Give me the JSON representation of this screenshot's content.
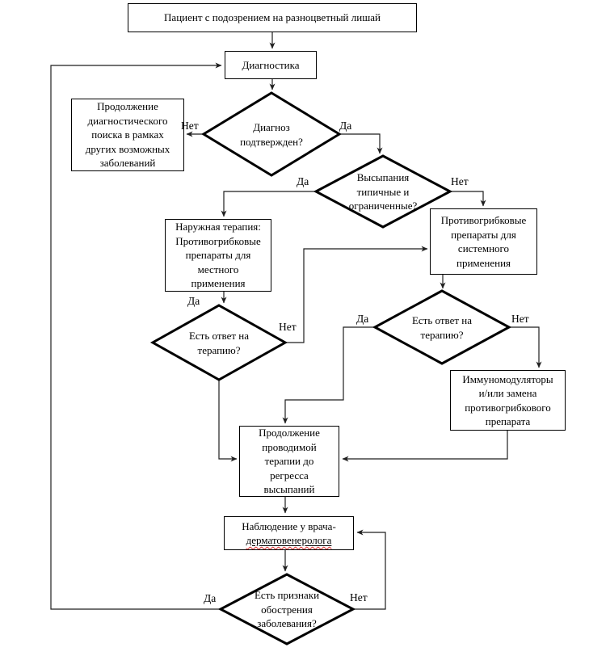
{
  "nodes": {
    "patient": {
      "label": "Пациент с подозрением на разноцветный лишай"
    },
    "diagnostics": {
      "label": "Диагностика"
    },
    "diag_confirmed": {
      "lines": [
        "Диагноз",
        "подтвержден?"
      ]
    },
    "continue_search": {
      "lines": [
        "Продолжение",
        "диагностического",
        "поиска в рамках",
        "других возможных",
        "заболеваний"
      ]
    },
    "rash_typical": {
      "lines": [
        "Высыпания",
        "типичные и",
        "ограниченные?"
      ]
    },
    "topical_therapy": {
      "lines": [
        "Наружная терапия:",
        "Противогрибковые",
        "препараты для",
        "местного",
        "применения"
      ]
    },
    "systemic_therapy": {
      "lines": [
        "Противогрибковые",
        "препараты для",
        "системного",
        "применения"
      ]
    },
    "response_topical": {
      "lines": [
        "Есть ответ на",
        "терапию?"
      ]
    },
    "response_systemic": {
      "lines": [
        "Есть ответ на",
        "терапию?"
      ]
    },
    "immunomodulators": {
      "lines": [
        "Иммуномодуляторы",
        "и/или замена",
        "противогрибкового",
        "препарата"
      ]
    },
    "continue_therapy": {
      "lines": [
        "Продолжение",
        "проводимой",
        "терапии до",
        "регресса",
        "высыпаний"
      ]
    },
    "followup": {
      "line1": "Наблюдение у врача-",
      "line2": "дерматовенеролога"
    },
    "relapse_signs": {
      "lines": [
        "Есть признаки",
        "обострения",
        "заболевания?"
      ]
    }
  },
  "edge_labels": {
    "diag_no": "Нет",
    "diag_yes": "Да",
    "rash_yes": "Да",
    "rash_no": "Нет",
    "topical_yes": "Да",
    "topical_no": "Нет",
    "systemic_yes": "Да",
    "systemic_no": "Нет",
    "relapse_yes": "Да",
    "relapse_no": "Нет"
  },
  "colors": {
    "shape_stroke": "#000000",
    "connector": "#1f1f1f",
    "spellcheck_underline": "#e03131",
    "background": "#ffffff"
  }
}
